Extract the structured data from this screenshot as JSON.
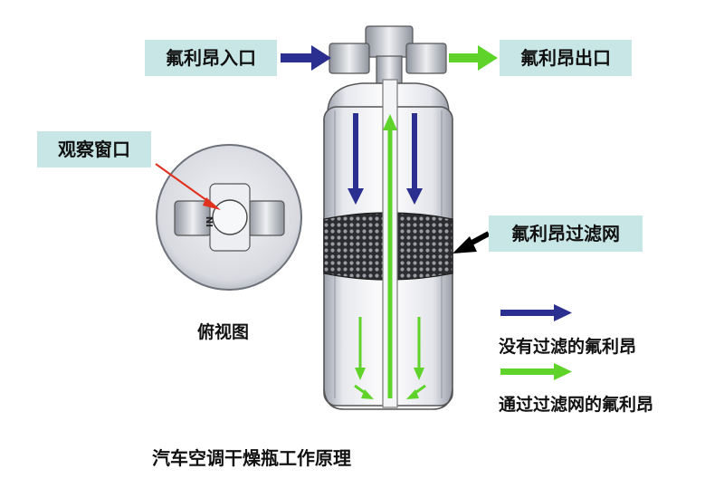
{
  "labels": {
    "inlet": "氟利昂入口",
    "outlet": "氟利昂出口",
    "sight_window": "观察窗口",
    "filter_screen": "氟利昂过滤网",
    "top_view": "俯视图",
    "legend_unfiltered": "没有过滤的氟利昂",
    "legend_filtered": "通过过滤网的氟利昂",
    "caption": "汽车空调干燥瓶工作原理",
    "window_mark": "IN"
  },
  "colors": {
    "unfiltered_arrow": "#2b2f8f",
    "filtered_arrow": "#5fd32a",
    "label_bg": "#c8e6e6",
    "pointer_red": "#e0301e"
  }
}
